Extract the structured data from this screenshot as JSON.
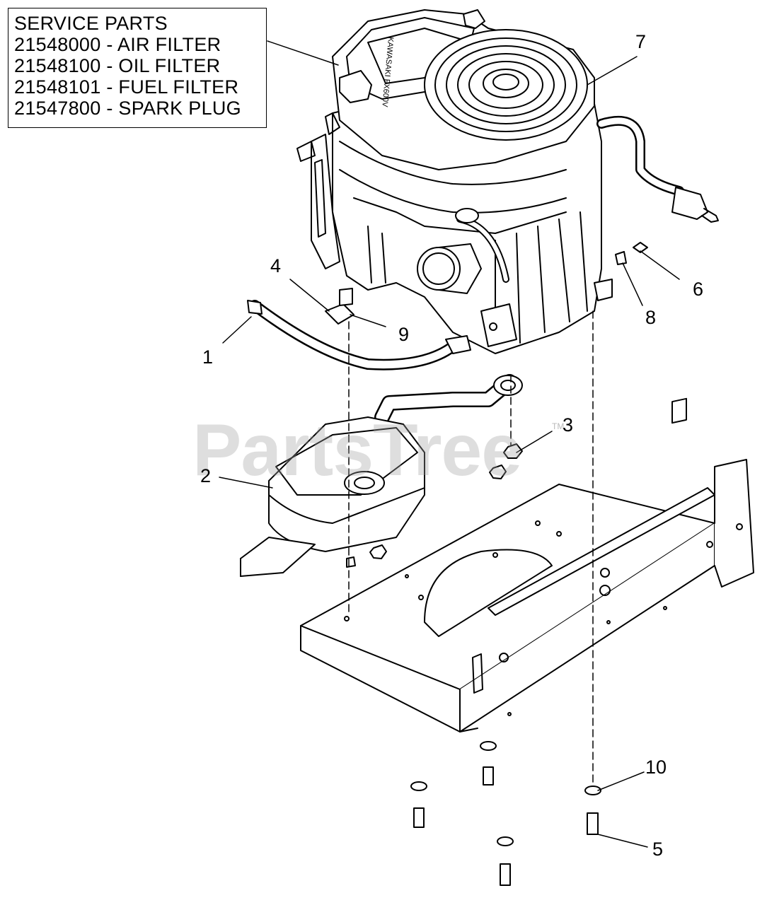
{
  "service_parts": {
    "heading": "SERVICE PARTS",
    "items": [
      "21548000 - AIR FILTER",
      "21548100 - OIL FILTER",
      "21548101 - FUEL FILTER",
      "21547800 - SPARK PLUG"
    ]
  },
  "engine_decal": "KAWASAKI FX600V",
  "watermark": {
    "text": "PartsTree",
    "tm": "TM"
  },
  "callouts": {
    "c1": "1",
    "c2": "2",
    "c3": "3",
    "c4": "4",
    "c5": "5",
    "c6": "6",
    "c7": "7",
    "c8": "8",
    "c9": "9",
    "c10": "10"
  }
}
